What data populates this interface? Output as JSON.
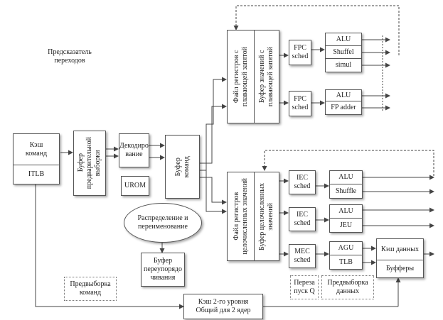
{
  "blocks": {
    "branch_predictor": "Предсказатель\nпереходов",
    "icache": "Кэш\nкоманд",
    "itlb": "ITLB",
    "prefetch_buffer": "Буфер\nпредварительной\nвыборки",
    "decoder": "Декодиро\nвание",
    "urom": "UROM",
    "instr_buffer": "Буфер\nкоманд",
    "fp_regfile": "Файл регистров с\nплавающей запятой",
    "fp_value_buffer": "Буфер значений с\nплавающей запятой",
    "int_regfile": "Файл регистров\nцелочисленных значений",
    "int_value_buffer": "Буфер целочисленных\nзначений",
    "rename": "Распределение и\nпереименование",
    "reorder_buffer": "Буфер\nпереупорядо\nчивания",
    "instr_prefetch": "Предвыборка\nкоманд",
    "l2_cache": "Кэш 2-го уровня\nОбщий для 2 ядер",
    "restart_q": "Переза\nпуск Q",
    "data_prefetch": "Предвыборка\nданных",
    "dcache": "Кэш данных",
    "buffers": "Буфферы"
  },
  "schedulers": {
    "fpc1": "FPC\nsched",
    "fpc2": "FPC\nsched",
    "iec1": "IEC\nsched",
    "iec2": "IEC\nsched",
    "mec": "MEC\nsched"
  },
  "units": {
    "fp1": [
      "ALU",
      "Shuffel",
      "simul"
    ],
    "fp2": [
      "ALU",
      "FP adder"
    ],
    "int1": [
      "ALU",
      "Shuffle"
    ],
    "int2": [
      "ALU",
      "JEU"
    ],
    "mem": [
      "AGU",
      "TLB"
    ]
  }
}
